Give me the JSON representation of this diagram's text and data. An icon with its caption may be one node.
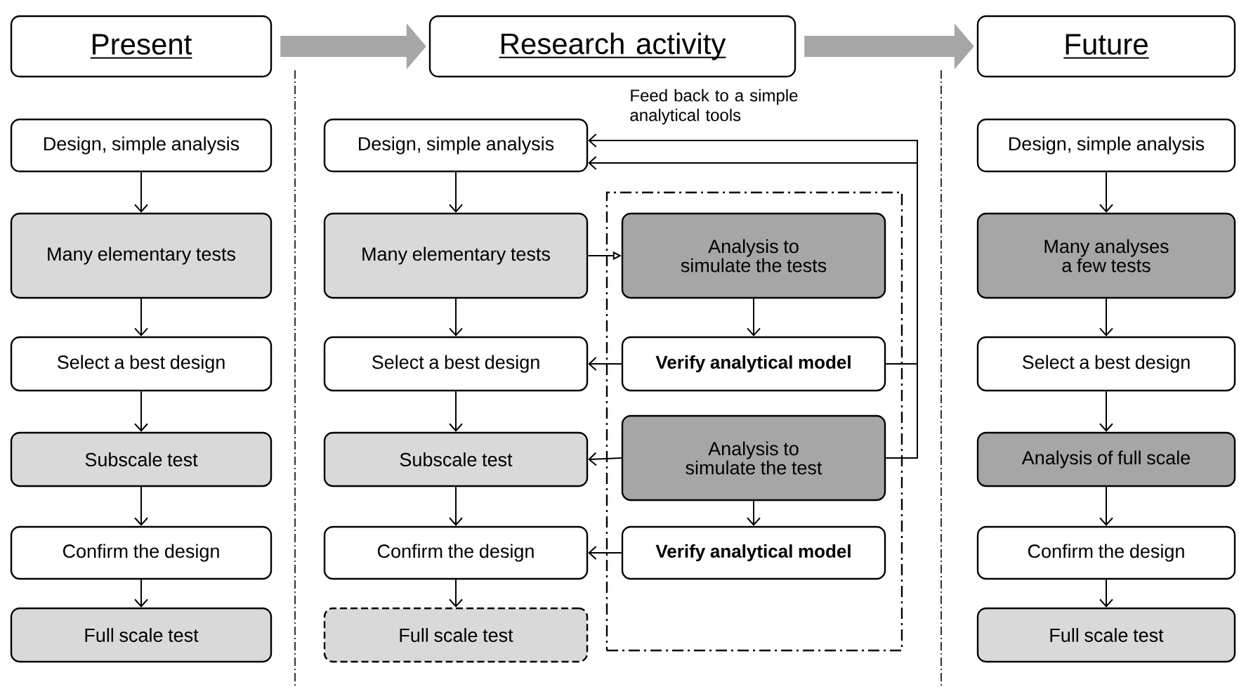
{
  "diagram": {
    "nodes": [
      {
        "text": [
          "Present"
        ]
      },
      {
        "text": [
          "Research activity"
        ]
      },
      {
        "text": [
          "Future"
        ]
      },
      {
        "text": [
          "Design, simple analysis"
        ]
      },
      {
        "text": [
          "Many elementary tests"
        ]
      },
      {
        "text": [
          "Select a best design"
        ]
      },
      {
        "text": [
          "Subscale test"
        ]
      },
      {
        "text": [
          "Confirm the design"
        ]
      },
      {
        "text": [
          "Full scale test"
        ]
      },
      {
        "text": [
          "Design, simple analysis"
        ]
      },
      {
        "text": [
          "Many elementary tests"
        ]
      },
      {
        "text": [
          "Select a best design"
        ]
      },
      {
        "text": [
          "Subscale test"
        ]
      },
      {
        "text": [
          "Confirm the design"
        ]
      },
      {
        "text": [
          "Full scale test"
        ]
      },
      {
        "text": [],
        "shape": "box"
      },
      {
        "text": [
          "Analysis to simulate the tests"
        ],
        "in": 15
      },
      {
        "text": [
          "Verify analytical model"
        ],
        "in": 15
      },
      {
        "text": [
          "Analysis to simulate the test"
        ],
        "in": 15
      },
      {
        "text": [
          "Verify analytical model"
        ],
        "in": 15
      },
      {
        "text": [
          "Design, simple analysis"
        ]
      },
      {
        "text": [
          "Many analyses a few tests"
        ]
      },
      {
        "text": [
          "Select a best design"
        ]
      },
      {
        "text": [
          "Analysis of full scale"
        ]
      },
      {
        "text": [
          "Confirm the design"
        ]
      },
      {
        "text": [
          "Full scale test"
        ]
      }
    ],
    "edges": [
      {
        "from": 0,
        "to": 1,
        "arrow": "to",
        "style": "thick",
        "color": "#a6a6a6"
      },
      {
        "from": 1,
        "to": 2,
        "arrow": "to",
        "style": "thick",
        "color": "#a6a6a6"
      },
      {
        "from": 3,
        "to": 4,
        "arrow": "to"
      },
      {
        "from": 4,
        "to": 5,
        "arrow": "to"
      },
      {
        "from": 5,
        "to": 6,
        "arrow": "to"
      },
      {
        "from": 6,
        "to": 7,
        "arrow": "to"
      },
      {
        "from": 7,
        "to": 8,
        "arrow": "to"
      },
      {
        "from": 9,
        "to": 10,
        "arrow": "to"
      },
      {
        "from": 10,
        "to": 11,
        "arrow": "to"
      },
      {
        "from": 11,
        "to": 12,
        "arrow": "to"
      },
      {
        "from": 12,
        "to": 13,
        "arrow": "to"
      },
      {
        "from": 13,
        "to": 14,
        "arrow": "to"
      },
      {
        "from": 10,
        "to": 16,
        "arrow": "to"
      },
      {
        "from": 16,
        "to": 17,
        "arrow": "to"
      },
      {
        "from": 17,
        "to": 11,
        "arrow": "to"
      },
      {
        "from": 17,
        "to": 9,
        "arrow": "to",
        "label": "Feed back to a simple analytical tools"
      },
      {
        "from": 18,
        "to": 12,
        "arrow": "to"
      },
      {
        "from": 18,
        "to": 9,
        "arrow": "to"
      },
      {
        "from": 18,
        "to": 19,
        "arrow": "to"
      },
      {
        "from": 19,
        "to": 13,
        "arrow": "to"
      },
      {
        "from": 20,
        "to": 21,
        "arrow": "to"
      },
      {
        "from": 21,
        "to": 22,
        "arrow": "to"
      },
      {
        "from": 22,
        "to": 23,
        "arrow": "to"
      },
      {
        "from": 23,
        "to": 24,
        "arrow": "to"
      },
      {
        "from": 24,
        "to": 25,
        "arrow": "to"
      }
    ]
  }
}
